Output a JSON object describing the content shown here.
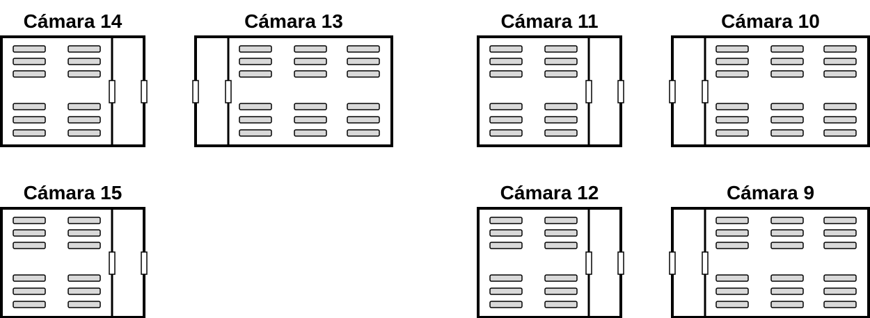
{
  "rooms": [
    {
      "id": "c14",
      "title": "Cámara 14",
      "layout": "shelves-left",
      "shelf_columns": 2
    },
    {
      "id": "c13",
      "title": "Cámara 13",
      "layout": "shelves-right",
      "shelf_columns": 3
    },
    {
      "id": "c11",
      "title": "Cámara 11",
      "layout": "shelves-left",
      "shelf_columns": 2
    },
    {
      "id": "c10",
      "title": "Cámara 10",
      "layout": "shelves-right",
      "shelf_columns": 3
    },
    {
      "id": "c15",
      "title": "Cámara 15",
      "layout": "shelves-left",
      "shelf_columns": 2
    },
    {
      "id": "c12",
      "title": "Cámara 12",
      "layout": "shelves-left",
      "shelf_columns": 2
    },
    {
      "id": "c9",
      "title": "Cámara 9",
      "layout": "shelves-right",
      "shelf_columns": 3
    }
  ],
  "colors": {
    "line": "#000000",
    "shelf_fill": "#d9d9d9",
    "background": "#ffffff"
  }
}
